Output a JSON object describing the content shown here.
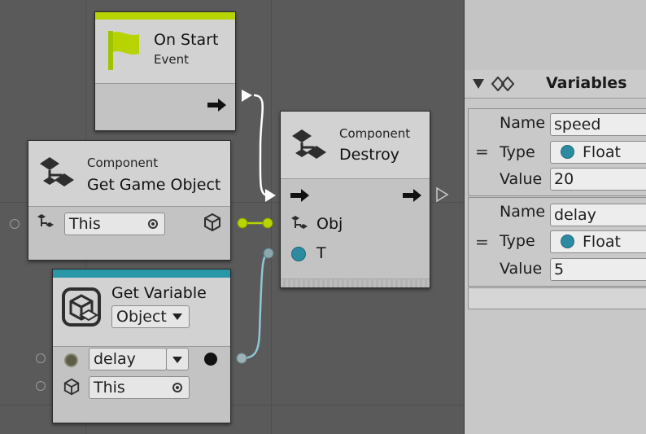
{
  "graph": {
    "nodes": {
      "on_start": {
        "title": "On Start",
        "subtitle": "Event",
        "accent": "#b8d400"
      },
      "get_game_object": {
        "category": "Component",
        "title": "Get Game Object",
        "target_value": "This"
      },
      "destroy": {
        "category": "Component",
        "title": "Destroy",
        "port_obj": "Obj",
        "port_t": "T"
      },
      "get_variable": {
        "title": "Get Variable",
        "kind": "Object",
        "name_value": "delay",
        "target_value": "This",
        "accent": "#2a97a8"
      }
    },
    "colors": {
      "flow_wire": "#ffffff",
      "object_wire": "#b8d400",
      "float_wire": "#8ec7d2",
      "float_port": "#2c8aa1"
    }
  },
  "variables_panel": {
    "title": "Variables",
    "variables": [
      {
        "name_label": "Name",
        "name": "speed",
        "type_label": "Type",
        "type": "Float",
        "value_label": "Value",
        "value": "20"
      },
      {
        "name_label": "Name",
        "name": "delay",
        "type_label": "Type",
        "type": "Float",
        "value_label": "Value",
        "value": "5"
      }
    ]
  }
}
